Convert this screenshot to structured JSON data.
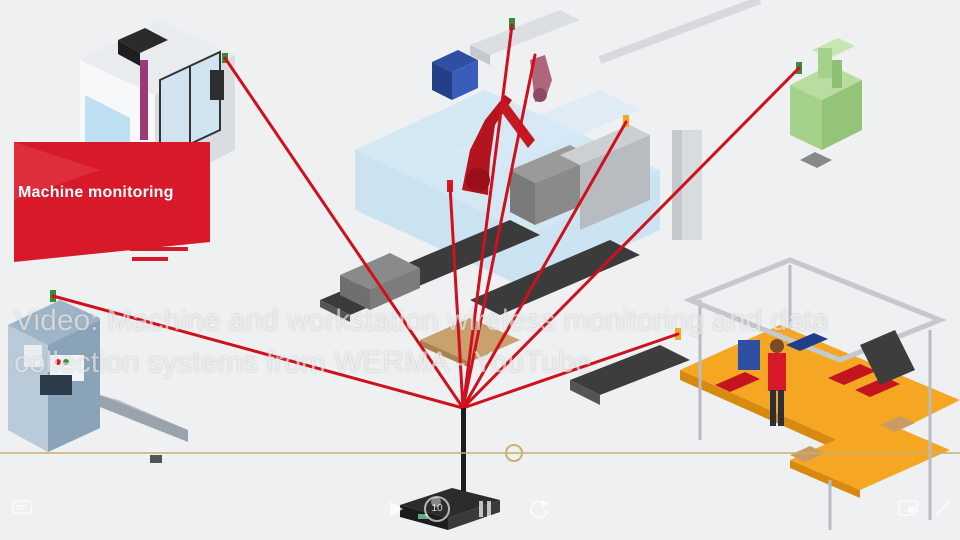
{
  "banner": {
    "title": "Machine monitoring"
  },
  "caption": {
    "line1": "Video: Machine and workstation wireless monitoring and data",
    "line2": "collection systems from WERMA - YouTube"
  },
  "player": {
    "progress": 0.535,
    "skip_seconds": "10",
    "colors": {
      "track": "#c9b06a",
      "link_line": "#d0101c",
      "accent": "#d7192a"
    },
    "icons": [
      "subtitles-icon",
      "play-icon",
      "rewind-10-icon",
      "pause-icon",
      "replay-icon",
      "fullscreen-icon",
      "edit-icon"
    ]
  }
}
